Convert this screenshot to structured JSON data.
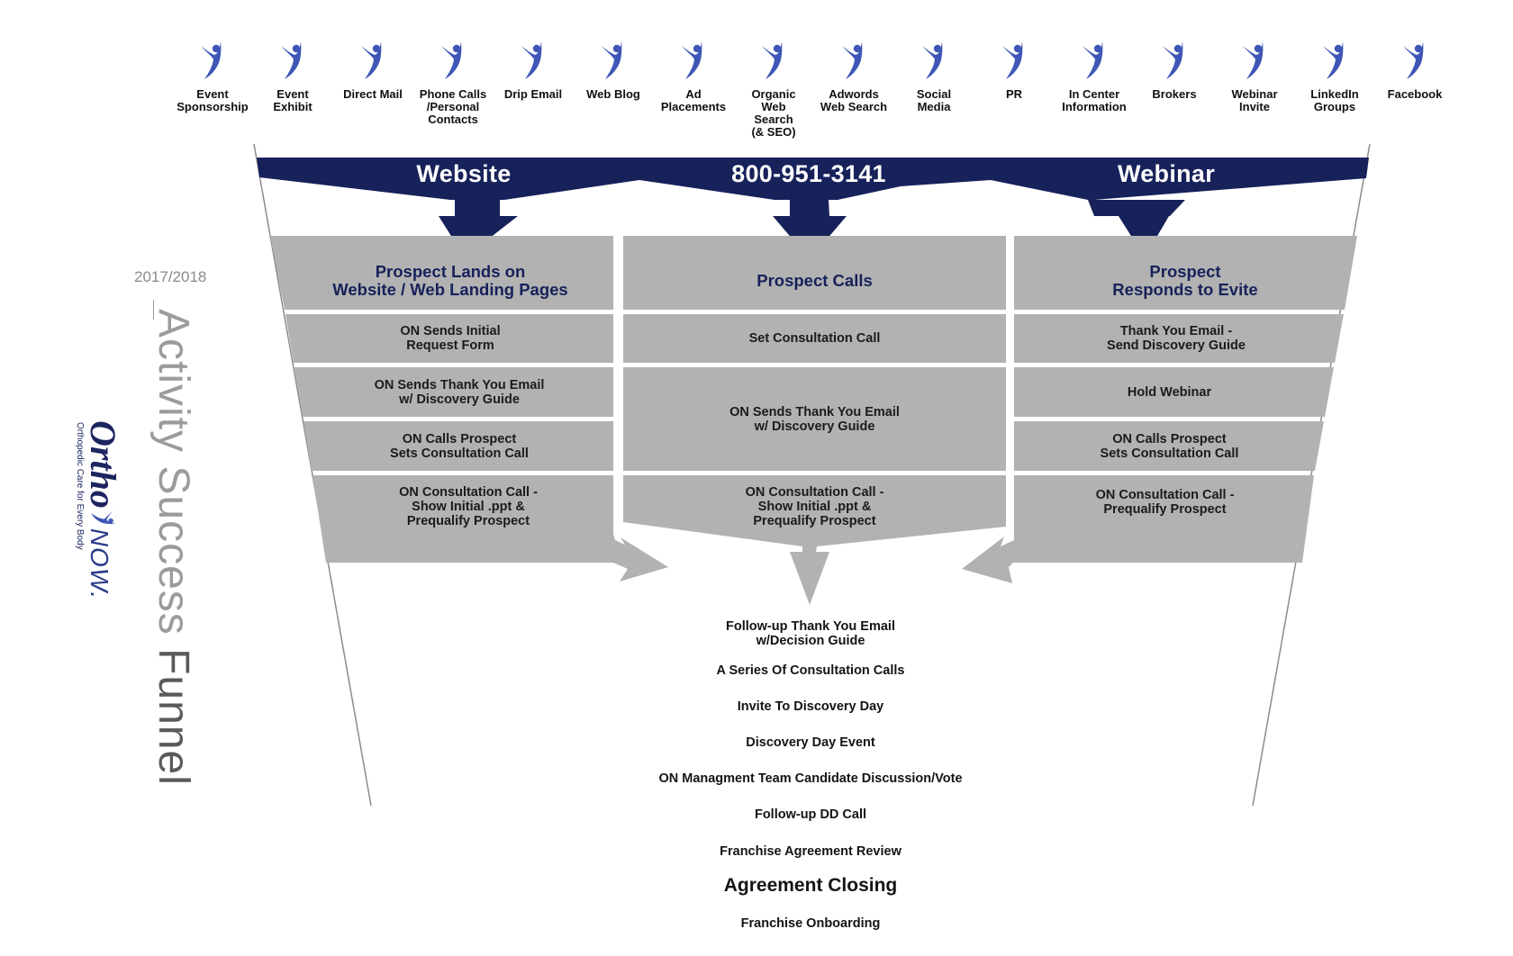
{
  "colors": {
    "navy": "#17215a",
    "icon_blue": "#3e56b5",
    "cell_gray": "#b2b2b2",
    "funnel_line": "#8c8c8c"
  },
  "sources": [
    {
      "label": "Event\nSponsorship",
      "icon": "person-jump-icon"
    },
    {
      "label": "Event\nExhibit",
      "icon": "person-jump-icon"
    },
    {
      "label": "Direct Mail",
      "icon": "person-jump-icon"
    },
    {
      "label": "Phone Calls\n/Personal\nContacts",
      "icon": "person-jump-icon"
    },
    {
      "label": "Drip Email",
      "icon": "person-jump-icon"
    },
    {
      "label": "Web Blog",
      "icon": "person-jump-icon"
    },
    {
      "label": "Ad\nPlacements",
      "icon": "person-jump-icon"
    },
    {
      "label": "Organic\nWeb\nSearch\n(& SEO)",
      "icon": "person-jump-icon"
    },
    {
      "label": "Adwords\nWeb Search",
      "icon": "person-jump-icon"
    },
    {
      "label": "Social\nMedia",
      "icon": "person-jump-icon"
    },
    {
      "label": "PR",
      "icon": "person-jump-icon"
    },
    {
      "label": "In Center\nInformation",
      "icon": "person-jump-icon"
    },
    {
      "label": "Brokers",
      "icon": "person-jump-icon"
    },
    {
      "label": "Webinar\nInvite",
      "icon": "person-jump-icon"
    },
    {
      "label": "LinkedIn\nGroups",
      "icon": "person-jump-icon"
    },
    {
      "label": "Facebook",
      "icon": "person-jump-icon"
    }
  ],
  "channels": [
    "Website",
    "800-951-3141",
    "Webinar"
  ],
  "columns": [
    {
      "header": "Prospect Lands on\nWebsite / Web Landing Pages",
      "steps": [
        "ON Sends Initial\nRequest Form",
        "ON Sends Thank You Email\nw/ Discovery Guide",
        "ON Calls Prospect\nSets Consultation Call",
        "ON Consultation Call -\nShow Initial .ppt &\nPrequalify Prospect"
      ]
    },
    {
      "header": "Prospect Calls",
      "steps": [
        "Set Consultation Call",
        "ON Sends Thank You Email\nw/ Discovery Guide",
        "ON Consultation Call -\nShow Initial .ppt &\nPrequalify Prospect"
      ]
    },
    {
      "header": "Prospect\nResponds to Evite",
      "steps": [
        "Thank You Email -\nSend Discovery Guide",
        "Hold Webinar",
        "ON Calls Prospect\nSets Consultation Call",
        "ON Consultation Call -\nPrequalify Prospect"
      ]
    }
  ],
  "funnel_steps": [
    "Follow-up Thank You Email\nw/Decision Guide",
    "A Series Of Consultation Calls",
    "Invite To Discovery Day",
    "Discovery Day Event",
    "ON Managment Team Candidate Discussion/Vote",
    "Follow-up DD Call",
    "Franchise Agreement Review",
    "Agreement Closing",
    "Franchise Onboarding"
  ],
  "sidebar": {
    "year": "2017/2018",
    "title_light": "Activity Success ",
    "title_strong": "Funnel",
    "logo_ortho": "Ortho",
    "logo_now": "NOW.",
    "logo_tagline": "Orthopedic Care for Every Body"
  }
}
